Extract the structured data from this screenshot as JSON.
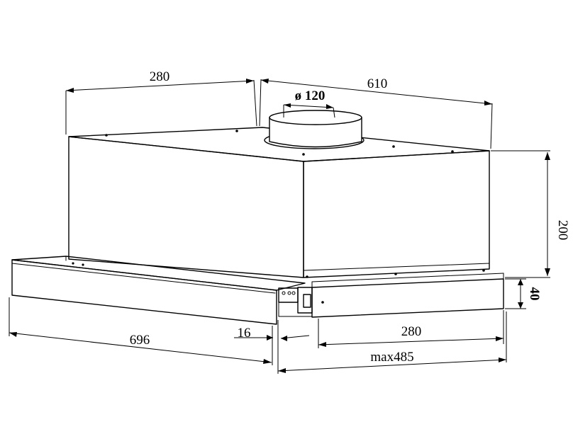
{
  "dimensions": {
    "top_depth": "280",
    "top_width": "610",
    "duct_diameter": "ø 120",
    "height": "200",
    "front_height": "40",
    "visor_width": "696",
    "gap": "16",
    "slide_depth": "280",
    "max_extension": "max485"
  }
}
